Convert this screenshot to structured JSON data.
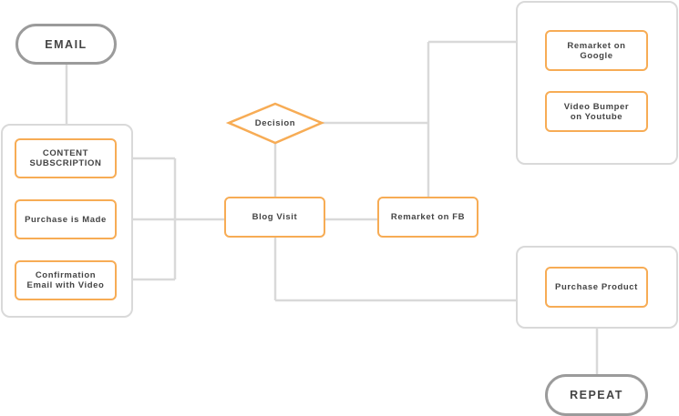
{
  "colors": {
    "connector": "#d9d9d9",
    "node_border": "#f7ac55",
    "pill_border": "#9b9b9b",
    "text": "#444444"
  },
  "start": {
    "label": "EMAIL"
  },
  "end": {
    "label": "REPEAT"
  },
  "email_group": {
    "items": [
      {
        "label": "CONTENT\nSUBSCRIPTION"
      },
      {
        "label": "Purchase is Made"
      },
      {
        "label": "Confirmation\nEmail with Video"
      }
    ]
  },
  "decision": {
    "label": "Decision"
  },
  "blog_visit": {
    "label": "Blog Visit"
  },
  "remarket_fb": {
    "label": "Remarket on FB"
  },
  "remarket_group": {
    "items": [
      {
        "label": "Remarket on\nGoogle"
      },
      {
        "label": "Video Bumper\non Youtube"
      }
    ]
  },
  "purchase_group": {
    "items": [
      {
        "label": "Purchase Product"
      }
    ]
  }
}
